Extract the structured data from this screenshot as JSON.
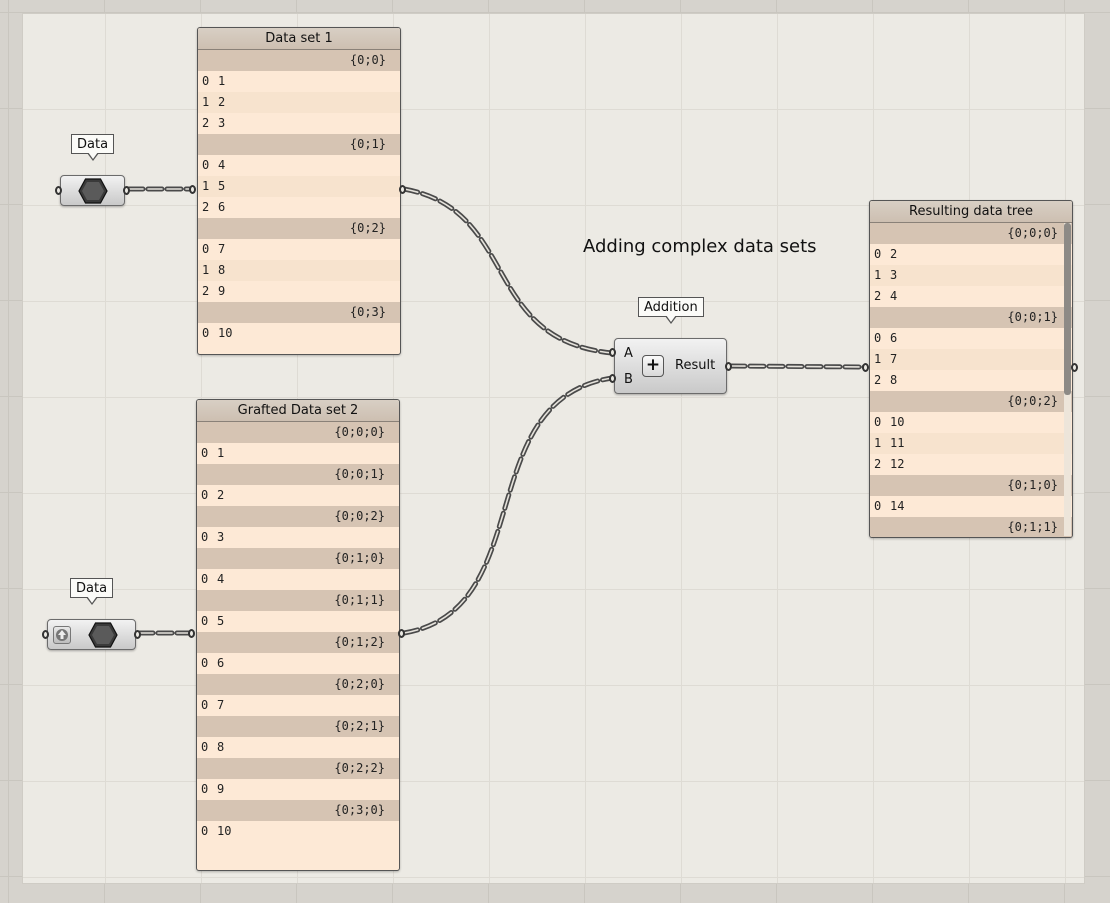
{
  "heading": "Adding complex data sets",
  "tags": {
    "data1": "Data",
    "data2": "Data",
    "addition": "Addition"
  },
  "addition": {
    "input_a": "A",
    "input_b": "B",
    "operator": "+",
    "output": "Result"
  },
  "panel1": {
    "title": "Data set 1",
    "rows": [
      {
        "path": "{0;0}"
      },
      {
        "i": "0",
        "v": "1"
      },
      {
        "i": "1",
        "v": "2"
      },
      {
        "i": "2",
        "v": "3"
      },
      {
        "path": "{0;1}"
      },
      {
        "i": "0",
        "v": "4"
      },
      {
        "i": "1",
        "v": "5"
      },
      {
        "i": "2",
        "v": "6"
      },
      {
        "path": "{0;2}"
      },
      {
        "i": "0",
        "v": "7"
      },
      {
        "i": "1",
        "v": "8"
      },
      {
        "i": "2",
        "v": "9"
      },
      {
        "path": "{0;3}"
      },
      {
        "i": "0",
        "v": "10"
      }
    ]
  },
  "panel2": {
    "title": "Grafted Data set 2",
    "rows": [
      {
        "path": "{0;0;0}"
      },
      {
        "i": "0",
        "v": "1"
      },
      {
        "path": "{0;0;1}"
      },
      {
        "i": "0",
        "v": "2"
      },
      {
        "path": "{0;0;2}"
      },
      {
        "i": "0",
        "v": "3"
      },
      {
        "path": "{0;1;0}"
      },
      {
        "i": "0",
        "v": "4"
      },
      {
        "path": "{0;1;1}"
      },
      {
        "i": "0",
        "v": "5"
      },
      {
        "path": "{0;1;2}"
      },
      {
        "i": "0",
        "v": "6"
      },
      {
        "path": "{0;2;0}"
      },
      {
        "i": "0",
        "v": "7"
      },
      {
        "path": "{0;2;1}"
      },
      {
        "i": "0",
        "v": "8"
      },
      {
        "path": "{0;2;2}"
      },
      {
        "i": "0",
        "v": "9"
      },
      {
        "path": "{0;3;0}"
      },
      {
        "i": "0",
        "v": "10"
      }
    ]
  },
  "panel3": {
    "title": "Resulting data tree",
    "rows": [
      {
        "path": "{0;0;0}"
      },
      {
        "i": "0",
        "v": "2"
      },
      {
        "i": "1",
        "v": "3"
      },
      {
        "i": "2",
        "v": "4"
      },
      {
        "path": "{0;0;1}"
      },
      {
        "i": "0",
        "v": "6"
      },
      {
        "i": "1",
        "v": "7"
      },
      {
        "i": "2",
        "v": "8"
      },
      {
        "path": "{0;0;2}"
      },
      {
        "i": "0",
        "v": "10"
      },
      {
        "i": "1",
        "v": "11"
      },
      {
        "i": "2",
        "v": "12"
      },
      {
        "path": "{0;1;0}"
      },
      {
        "i": "0",
        "v": "14"
      },
      {
        "path": "{0;1;1}"
      }
    ]
  }
}
